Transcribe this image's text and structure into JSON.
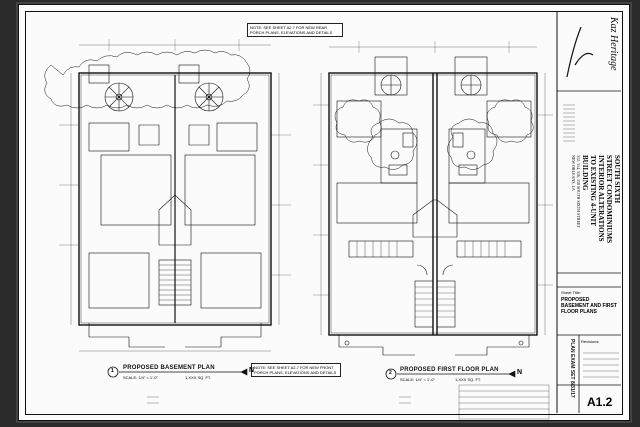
{
  "drawing": {
    "top_note": "NOTE: SEE SHEET A2.7 FOR NEW REAR PORCH PLANS, ELEVATIONS AND DETAILS",
    "bottom_note": "NOTE: SEE SHEET A2.7 FOR NEW FRONT PORCH PLANS, ELEVATIONS AND DETAILS",
    "basement": {
      "number": "1",
      "title": "PROPOSED BASEMENT PLAN",
      "scale": "SCALE: 1/4\" = 1'-0\"",
      "area": "1,XXX SQ. FT."
    },
    "first_floor": {
      "number": "2",
      "title": "PROPOSED FIRST FLOOR PLAN",
      "scale": "SCALE: 1/4\" = 1'-0\"",
      "area": "1,XXX SQ. FT."
    },
    "north": "N"
  },
  "title_block": {
    "firm": "Kaz Heritage",
    "project_lines": [
      "SOUTH SIXTH",
      "STREET CONDOMINIUMS",
      "INTERIOR ALTERATIONS",
      "TO EXISTING 4-UNIT",
      "BUILDING"
    ],
    "address": "312, 314, 316, 318 SOUTH SIXTH STREET",
    "city": "NEW ORLEANS, LA",
    "sheet_title_label": "Sheet Title:",
    "sheet_title": "PROPOSED BASEMENT AND FIRST FLOOR PLANS",
    "revisions_label": "Revisions:",
    "stamp": "PLAN EXAM SET 8/31/17",
    "sheet_number": "A1.2"
  }
}
